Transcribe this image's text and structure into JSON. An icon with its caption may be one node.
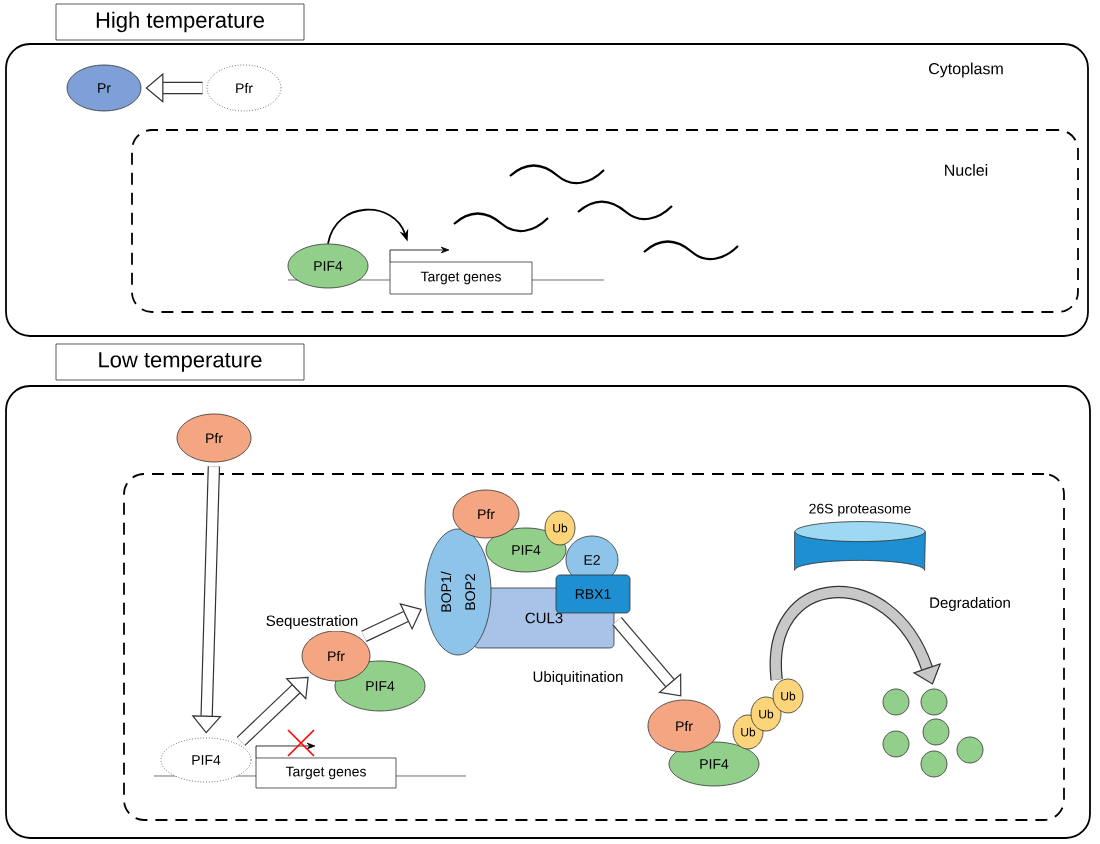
{
  "diagram": {
    "nodes": [
      {
        "text": [
          "High temperature"
        ]
      },
      {
        "text": [
          "Cytoplasm"
        ]
      },
      {
        "text": [
          "Pr"
        ],
        "in": 1
      },
      {
        "text": [
          "Pfr"
        ],
        "in": 1
      },
      {
        "text": [
          "Nuclei"
        ],
        "in": 1
      },
      {
        "text": [
          "PIF4"
        ],
        "in": 4
      },
      {
        "text": [
          "Target genes"
        ],
        "in": 4
      },
      {
        "text": [
          "Low temperature"
        ]
      },
      {
        "text": [],
        "shape": "box"
      },
      {
        "text": [
          "Pfr"
        ],
        "in": 8
      },
      {
        "text": [],
        "shape": "box",
        "in": 8
      },
      {
        "text": [
          "PIF4"
        ],
        "in": 10
      },
      {
        "text": [
          "Target genes"
        ],
        "in": 10
      },
      {
        "text": [
          "Pfr"
        ],
        "in": 10
      },
      {
        "text": [
          "PIF4"
        ],
        "in": 10
      },
      {
        "text": [
          "BOP1/ BOP2"
        ],
        "in": 10
      },
      {
        "text": [
          "Pfr"
        ],
        "in": 10
      },
      {
        "text": [
          "PIF4"
        ],
        "in": 10
      },
      {
        "text": [
          "Ub"
        ],
        "in": 10
      },
      {
        "text": [
          "E2"
        ],
        "in": 10
      },
      {
        "text": [
          "RBX1"
        ],
        "in": 10
      },
      {
        "text": [
          "CUL3"
        ],
        "in": 10
      },
      {
        "text": [
          "26S proteasome"
        ],
        "in": 10
      },
      {
        "text": [
          "Pfr"
        ],
        "in": 10
      },
      {
        "text": [
          "PIF4"
        ],
        "in": 10
      },
      {
        "text": [
          "Ub"
        ],
        "in": 10
      },
      {
        "text": [
          "Ub"
        ],
        "in": 10
      },
      {
        "text": [
          "Ub"
        ],
        "in": 10
      },
      {
        "text": [],
        "shape": "circle",
        "in": 10
      },
      {
        "text": [],
        "shape": "circle",
        "in": 10
      },
      {
        "text": [],
        "shape": "circle",
        "in": 10
      },
      {
        "text": [],
        "shape": "circle",
        "in": 10
      },
      {
        "text": [],
        "shape": "circle",
        "in": 10
      },
      {
        "text": [],
        "shape": "circle",
        "in": 10
      }
    ],
    "edges": [
      {
        "from": 3,
        "to": 2,
        "arrow": "to"
      },
      {
        "from": 5,
        "to": 6,
        "arrow": "to"
      },
      {
        "from": 9,
        "to": 11,
        "arrow": "to"
      },
      {
        "from": 11,
        "to": 13,
        "arrow": "to"
      },
      {
        "from": 13,
        "to": 15,
        "arrow": "to"
      },
      {
        "from": 21,
        "to": 23,
        "arrow": "to",
        "label": "Ubiquitination"
      },
      {
        "from": 27,
        "to": 29,
        "arrow": "to",
        "label": "Degradation"
      }
    ],
    "labels": [
      "Sequestration"
    ]
  }
}
